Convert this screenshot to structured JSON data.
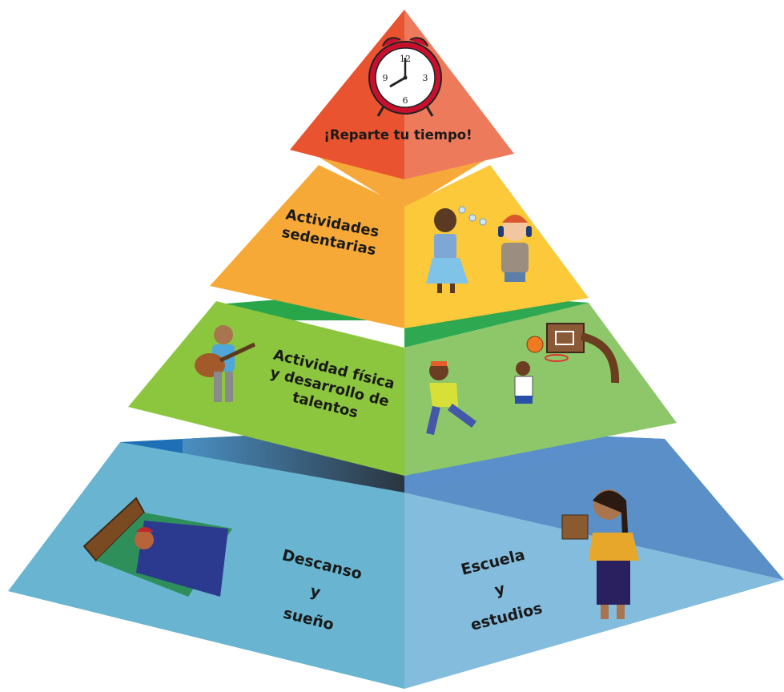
{
  "pyramid": {
    "top": {
      "label": "¡Reparte tu tiempo!",
      "clock_numbers": [
        "12",
        "3",
        "6",
        "9"
      ],
      "icon": "alarm-clock-icon"
    },
    "sedentary": {
      "lines": [
        "Actividades",
        "sedentarias"
      ]
    },
    "physical": {
      "lines": [
        "Actividad física",
        "y desarrollo de",
        "talentos"
      ]
    },
    "rest": {
      "lines": [
        "Descanso",
        "y",
        "sueño"
      ]
    },
    "school": {
      "lines": [
        "Escuela",
        "y",
        "estudios"
      ]
    }
  },
  "colors": {
    "top_left": "#e9532f",
    "top_right": "#ee7a5c",
    "orange_left": "#f7a937",
    "orange_right": "#fcc93b",
    "green_left": "#8cc63f",
    "green_right": "#8dc76a",
    "green_dark": "#2aa64a",
    "blue_left": "#69b5d1",
    "blue_right": "#7fb9dc",
    "blue_dark": "#1f6fb6"
  }
}
